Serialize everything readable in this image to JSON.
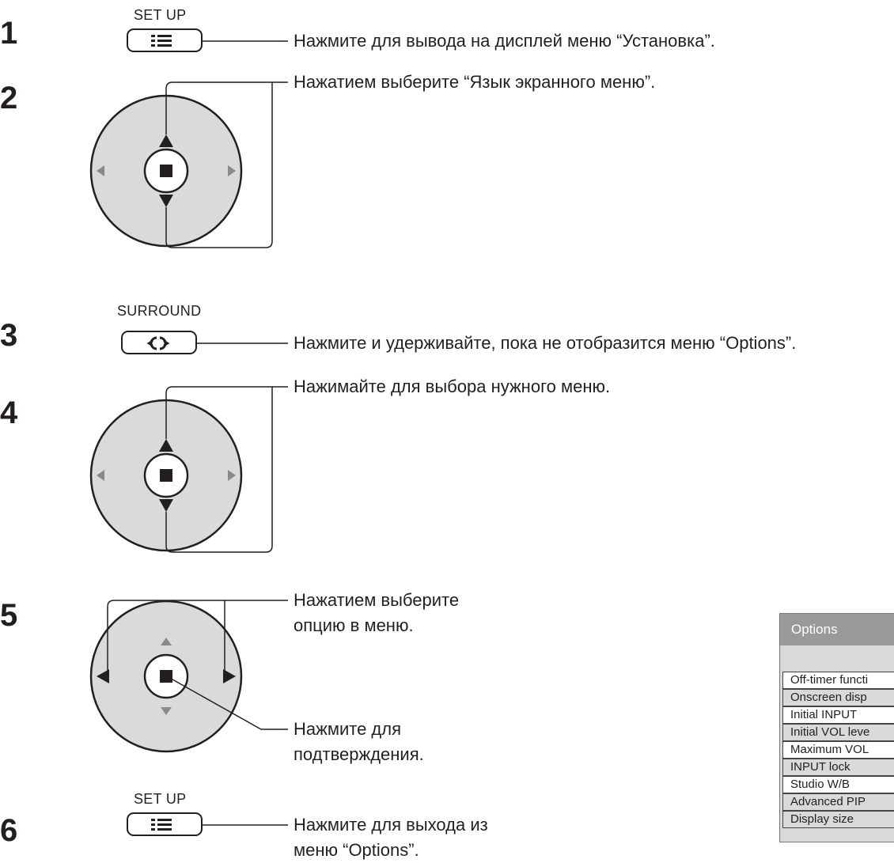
{
  "steps": [
    {
      "num": "1",
      "button_label": "SET UP",
      "description": "Нажмите для вывода на дисплей меню “Установка”."
    },
    {
      "num": "2",
      "description": "Нажатием выберите “Язык экранного меню”."
    },
    {
      "num": "3",
      "button_label": "SURROUND",
      "description": "Нажмите и удерживайте, пока не отобразится меню “Options”."
    },
    {
      "num": "4",
      "description": "Нажимайте для выбора нужного меню."
    },
    {
      "num": "5",
      "description_select": "Нажатием выберите опцию в меню.",
      "description_confirm": "Нажмите для подтверждения."
    },
    {
      "num": "6",
      "button_label": "SET UP",
      "description": "Нажмите для выхода из меню “Options”."
    }
  ],
  "options_menu": {
    "title": "Options",
    "items": [
      "Off-timer functi",
      "Onscreen disp",
      "Initial INPUT",
      "Initial VOL leve",
      "Maximum VOL",
      "INPUT lock",
      "Studio W/B",
      "Advanced PIP",
      "Display size"
    ]
  },
  "colors": {
    "ring": "#dadada",
    "ink": "#231f20",
    "menu_title_bg": "#9a9a9a",
    "menu_bg": "#d9d9d9"
  }
}
